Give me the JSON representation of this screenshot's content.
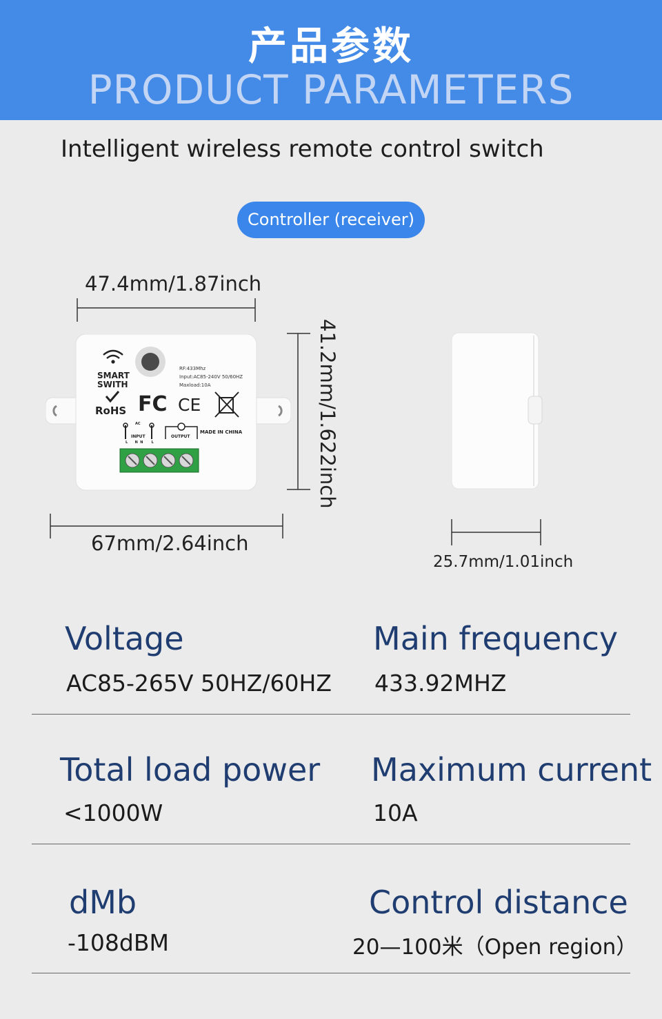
{
  "header": {
    "title_cn": "产品参数",
    "title_en": "PRODUCT PARAMETERS",
    "bg_color": "#448be8"
  },
  "subtitle": "Intelligent wireless remote control switch",
  "badge": {
    "label": "Controller (receiver)",
    "color": "#3b86ea"
  },
  "dimensions": {
    "top_width": "47.4mm/1.87inch",
    "height": "41.2mm/1.622inch",
    "bottom_width": "67mm/2.64inch",
    "depth": "25.7mm/1.01inch"
  },
  "device_label": {
    "brand_line1": "SMART",
    "brand_line2": "SWITH",
    "rf": "RF:433Mhz",
    "input": "Input:AC85-240V 50/60HZ",
    "maxload": "Maxload:10A",
    "rohs": "RoHS",
    "fc": "FC",
    "ce": "CE",
    "ac": "AC",
    "input_label": "INPUT",
    "output_label": "OUTPUT",
    "made_in": "MADE IN CHINA",
    "terminals": "L      N  N       L"
  },
  "specs": [
    {
      "label": "Voltage",
      "value": "AC85-265V 50HZ/60HZ"
    },
    {
      "label": "Main frequency",
      "value": "433.92MHZ"
    },
    {
      "label": "Total load power",
      "value": "<1000W"
    },
    {
      "label": "Maximum current",
      "value": "10A"
    },
    {
      "label": "dMb",
      "value": "-108dBM"
    },
    {
      "label": "Control distance",
      "value": "20—100米（Open region）"
    }
  ]
}
